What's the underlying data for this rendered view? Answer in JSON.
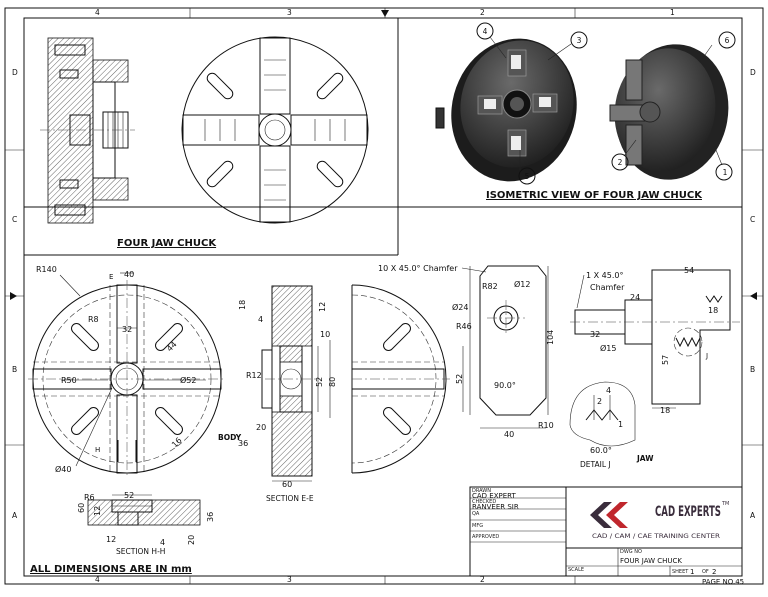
{
  "border": {
    "top_numbers": [
      "4",
      "3",
      "2",
      "1"
    ],
    "side_letters": [
      "D",
      "C",
      "B",
      "A"
    ]
  },
  "views": {
    "four_jaw_chuck_title": "FOUR JAW CHUCK",
    "isometric_title": "ISOMETRIC VIEW OF FOUR JAW CHUCK",
    "balloons": [
      "1",
      "2",
      "3",
      "4",
      "5",
      "6"
    ],
    "section_ee_label": "SECTION E-E",
    "section_hh_label": "SECTION H-H",
    "body_label": "BODY",
    "jaw_label": "JAW",
    "detail_j_label": "DETAIL J",
    "all_dimensions_note": "ALL DIMENSIONS ARE IN mm"
  },
  "dimensions": {
    "front": {
      "r140": "R140",
      "e": "E",
      "d40": "40",
      "r8": "R8",
      "d32": "32",
      "d44": "44",
      "r50": "R50",
      "phi52": "Ø52",
      "h": "H",
      "d16": "16",
      "phi40": "Ø40"
    },
    "section_ee": {
      "d18": "18",
      "d12": "12",
      "d4": "4",
      "d10": "10",
      "r12": "R12",
      "d52": "52",
      "d80": "80",
      "d20": "20",
      "d36": "36",
      "d60": "60"
    },
    "section_hh": {
      "r6": "R6",
      "d52": "52",
      "d60": "60",
      "d12": "12",
      "d36": "36",
      "d12b": "12",
      "d4": "4",
      "d20": "20"
    },
    "side": {
      "d52": "52"
    },
    "jaw": {
      "chamfer10": "10 X 45.0° Chamfer",
      "r82": "R82",
      "phi12": "Ø12",
      "phi24": "Ø24",
      "r46": "R46",
      "d104": "104",
      "a90": "90.0°",
      "d40": "40",
      "r10": "R10",
      "chamfer1": "1 X 45.0°",
      "chamfer_word": "Chamfer",
      "d54": "54",
      "d24": "24",
      "d18": "18",
      "d32": "32",
      "phi15": "Ø15",
      "d57": "57",
      "j": "J",
      "d18b": "18",
      "dj4": "4",
      "dj2": "2",
      "dj1": "1",
      "a60": "60.0°"
    }
  },
  "title_block": {
    "drawn_label": "DRAWN",
    "drawn_value": "CAD EXPERT",
    "checked_label": "CHECKED",
    "checked_value": "RANVEER SIR",
    "qa_label": "QA",
    "mfg_label": "MFG",
    "approved_label": "APPROVED",
    "logo_text": "CAD EXPERTS",
    "logo_tm": "TM",
    "logo_tagline": "CAD / CAM / CAE TRAINING CENTER",
    "dwg_no_label": "DWG NO",
    "dwg_no_value": "FOUR JAW CHUCK",
    "scale_label": "SCALE",
    "sheet_label": "SHEET",
    "sheet_value": "1",
    "of_label": "OF",
    "of_value": "2",
    "page_no": "PAGE NO.45"
  },
  "colors": {
    "line": "#111111",
    "logo_dark": "#3a2d3c",
    "logo_red": "#c0272d",
    "iso_body": "#3a3a3a"
  }
}
